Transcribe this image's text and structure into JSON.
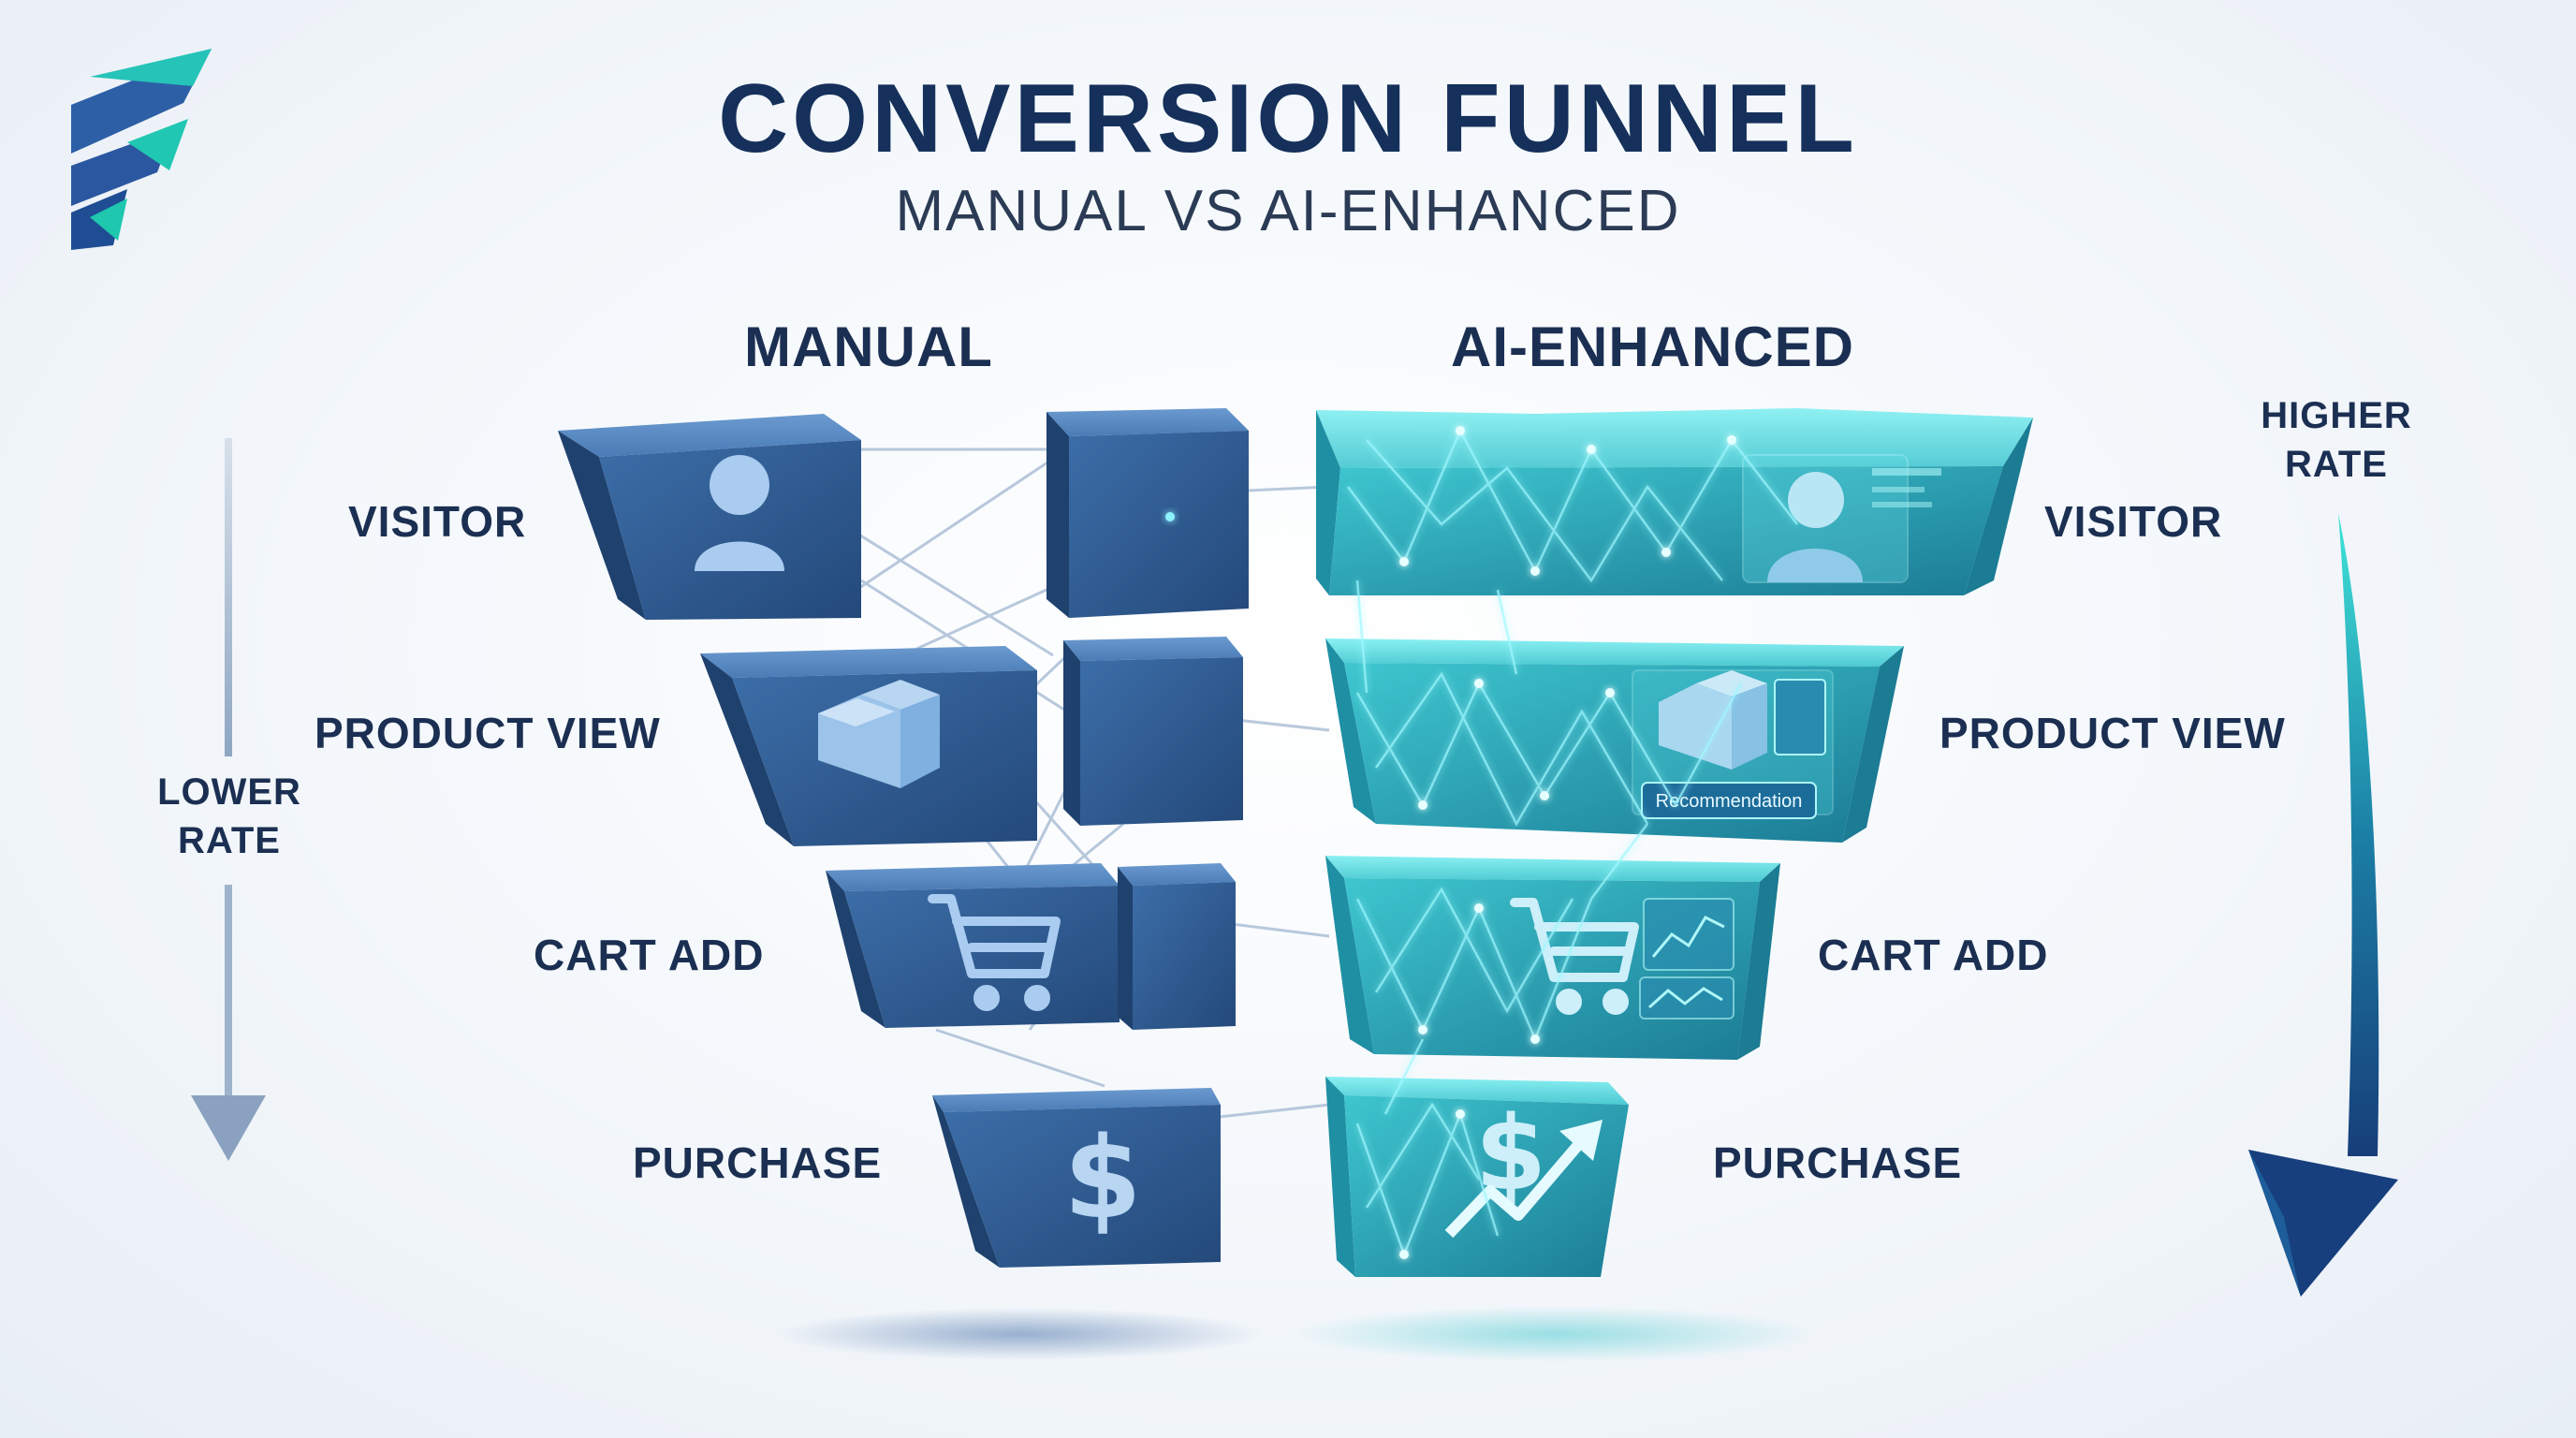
{
  "header": {
    "title": "CONVERSION FUNNEL",
    "subtitle": "MANUAL VS AI-ENHANCED"
  },
  "logo": {
    "icon": "stylized-f-logo-icon"
  },
  "manual": {
    "heading": "MANUAL",
    "stages": [
      "VISITOR",
      "PRODUCT VIEW",
      "CART ADD",
      "PURCHASE"
    ],
    "rate_label": "LOWER\nRATE",
    "icons": [
      "user-icon",
      "box-icon",
      "cart-icon",
      "dollar-icon"
    ]
  },
  "ai": {
    "heading": "AI-ENHANCED",
    "stages": [
      "VISITOR",
      "PRODUCT VIEW",
      "CART ADD",
      "PURCHASE"
    ],
    "rate_label": "HIGHER\nRATE",
    "badge": "Recommendation",
    "icons": [
      "ai-profile-icon",
      "box-icon",
      "cart-icon",
      "dollar-growth-icon"
    ]
  },
  "colors": {
    "manual_block": "#2f5f98",
    "ai_block": "#2aa7b0",
    "text": "#1b2f52",
    "accent": "#34e0e6"
  }
}
